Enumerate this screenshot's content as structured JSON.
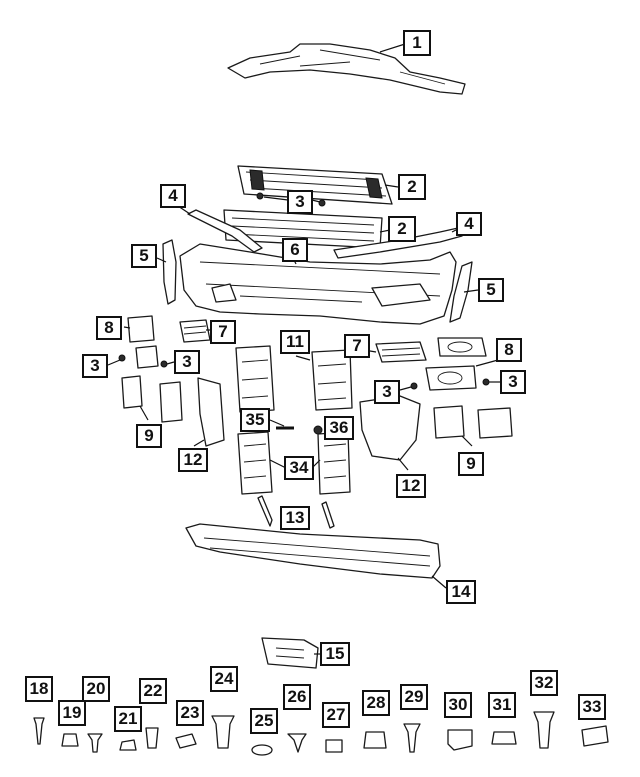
{
  "callouts": [
    {
      "id": "c1",
      "label": "1"
    },
    {
      "id": "c2a",
      "label": "2"
    },
    {
      "id": "c2b",
      "label": "2"
    },
    {
      "id": "c3a",
      "label": "3"
    },
    {
      "id": "c3b",
      "label": "3"
    },
    {
      "id": "c3c",
      "label": "3"
    },
    {
      "id": "c3d",
      "label": "3"
    },
    {
      "id": "c3e",
      "label": "3"
    },
    {
      "id": "c4a",
      "label": "4"
    },
    {
      "id": "c4b",
      "label": "4"
    },
    {
      "id": "c5a",
      "label": "5"
    },
    {
      "id": "c5b",
      "label": "5"
    },
    {
      "id": "c6",
      "label": "6"
    },
    {
      "id": "c7a",
      "label": "7"
    },
    {
      "id": "c7b",
      "label": "7"
    },
    {
      "id": "c8a",
      "label": "8"
    },
    {
      "id": "c8b",
      "label": "8"
    },
    {
      "id": "c9a",
      "label": "9"
    },
    {
      "id": "c9b",
      "label": "9"
    },
    {
      "id": "c11",
      "label": "11"
    },
    {
      "id": "c12a",
      "label": "12"
    },
    {
      "id": "c12b",
      "label": "12"
    },
    {
      "id": "c13",
      "label": "13"
    },
    {
      "id": "c14",
      "label": "14"
    },
    {
      "id": "c15",
      "label": "15"
    },
    {
      "id": "c18",
      "label": "18"
    },
    {
      "id": "c19",
      "label": "19"
    },
    {
      "id": "c20",
      "label": "20"
    },
    {
      "id": "c21",
      "label": "21"
    },
    {
      "id": "c22",
      "label": "22"
    },
    {
      "id": "c23",
      "label": "23"
    },
    {
      "id": "c24",
      "label": "24"
    },
    {
      "id": "c25",
      "label": "25"
    },
    {
      "id": "c26",
      "label": "26"
    },
    {
      "id": "c27",
      "label": "27"
    },
    {
      "id": "c28",
      "label": "28"
    },
    {
      "id": "c29",
      "label": "29"
    },
    {
      "id": "c30",
      "label": "30"
    },
    {
      "id": "c31",
      "label": "31"
    },
    {
      "id": "c32",
      "label": "32"
    },
    {
      "id": "c33",
      "label": "33"
    },
    {
      "id": "c34",
      "label": "34"
    },
    {
      "id": "c35",
      "label": "35"
    },
    {
      "id": "c36",
      "label": "36"
    }
  ],
  "colors": {
    "ink": "#111111",
    "paper": "#ffffff"
  }
}
